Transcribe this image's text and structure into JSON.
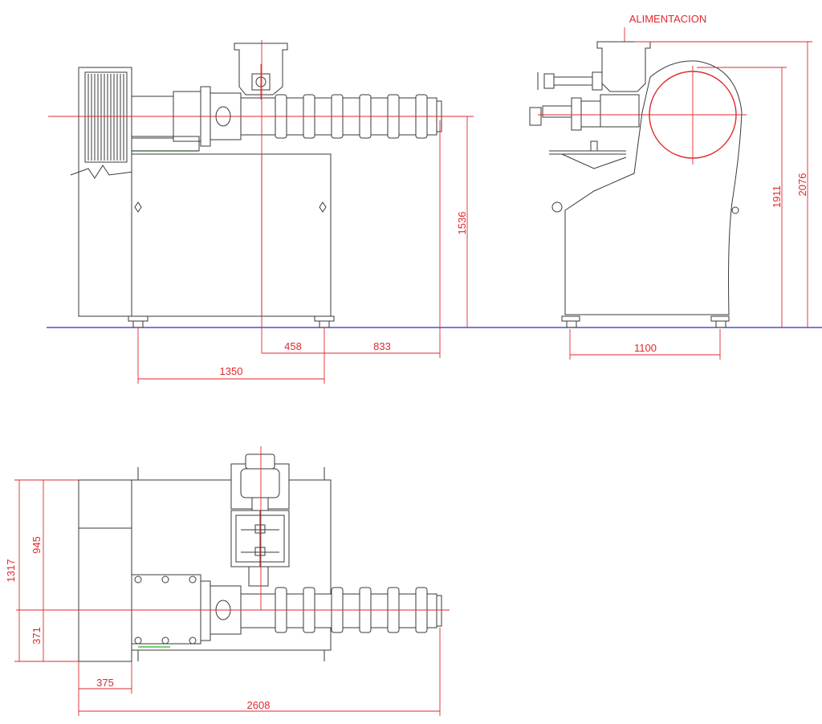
{
  "drawing": {
    "feed_label": "ALIMENTACION"
  },
  "dimensions": {
    "front_height": "1536",
    "front_458": "458",
    "front_833": "833",
    "front_1350": "1350",
    "side_1100": "1100",
    "side_1911": "1911",
    "side_2076": "2076",
    "plan_1317": "1317",
    "plan_945": "945",
    "plan_371": "371",
    "plan_375": "375",
    "plan_2608": "2608"
  },
  "colors": {
    "line": "#3a3a3a",
    "dimension": "#e0282e",
    "ground": "#2b2bd0",
    "accent": "#22b822"
  }
}
